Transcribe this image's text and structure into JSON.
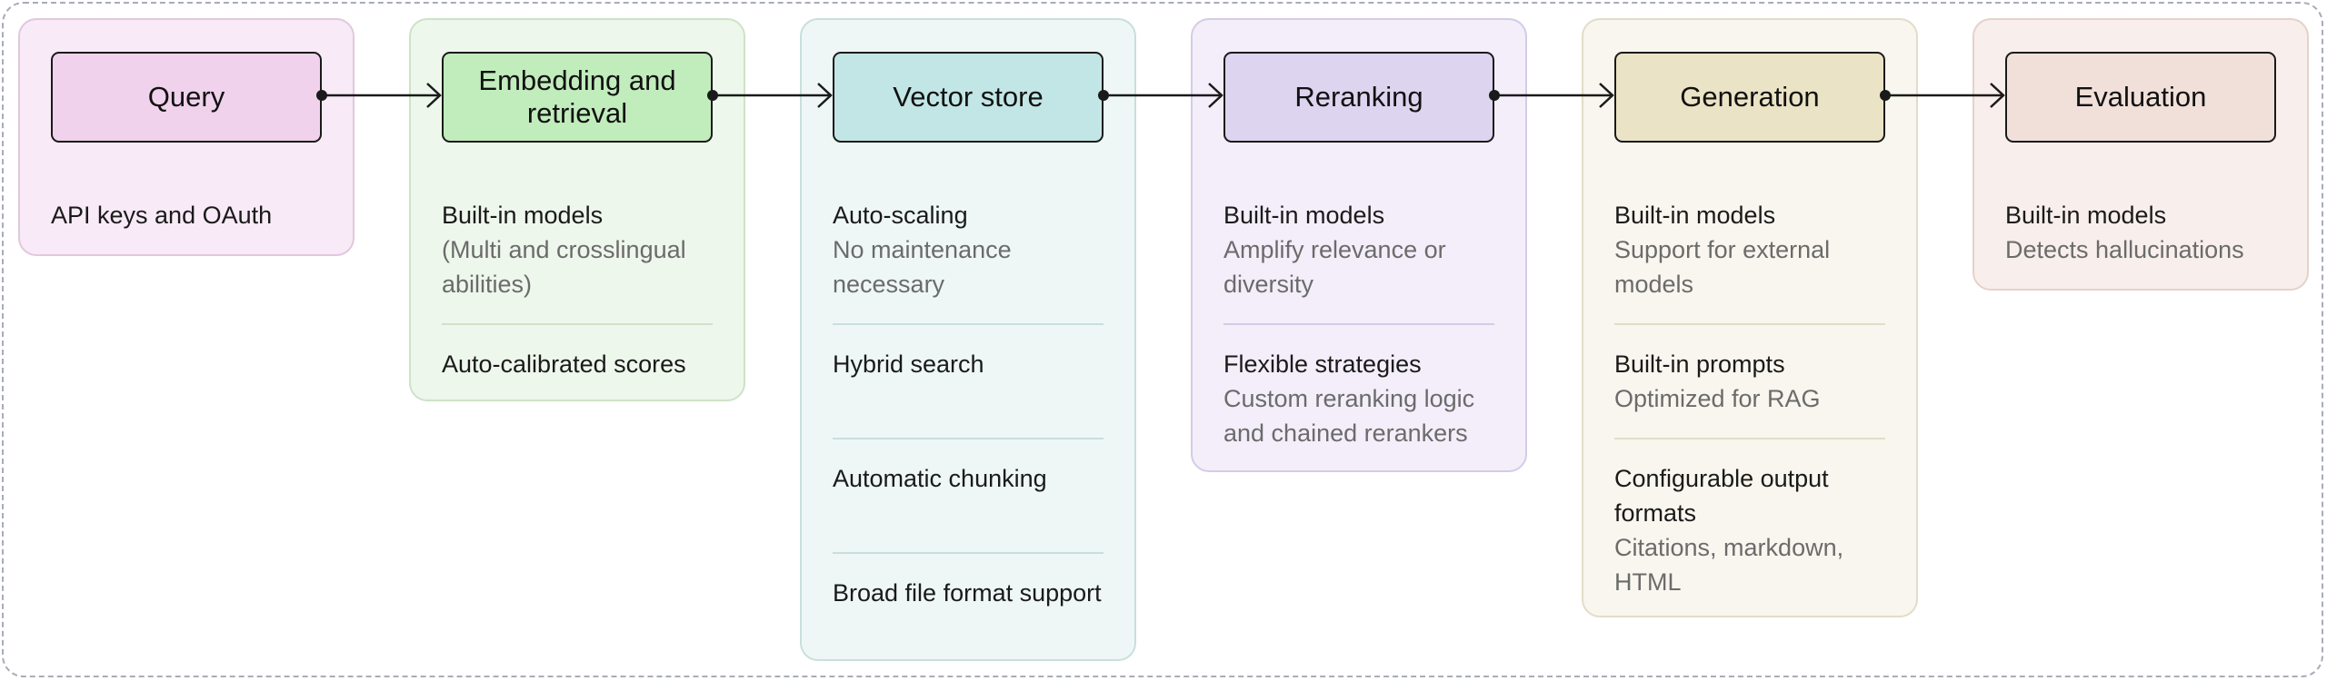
{
  "colors": {
    "border_dashed": "#a7adb6",
    "arrow": "#1a1a1a"
  },
  "stages": [
    {
      "id": "query",
      "title": "Query",
      "panel_bg": "#f8eaf6",
      "panel_border": "#e1c8dd",
      "title_bg": "#f0d2ec",
      "sep": "#e1c8dd",
      "items": [
        {
          "head": "API keys and OAuth",
          "sub": ""
        }
      ]
    },
    {
      "id": "embedding",
      "title": "Embedding and retrieval",
      "panel_bg": "#eef7ec",
      "panel_border": "#cde3c7",
      "title_bg": "#c1ecbc",
      "sep": "#cde3c7",
      "items": [
        {
          "head": "Built-in models",
          "sub": "(Multi and crosslingual abilities)"
        },
        {
          "head": "Auto-calibrated scores",
          "sub": ""
        }
      ]
    },
    {
      "id": "vector-store",
      "title": "Vector store",
      "panel_bg": "#eef7f6",
      "panel_border": "#c8dfdc",
      "title_bg": "#c2e6e5",
      "sep": "#c8dfdc",
      "items": [
        {
          "head": "Auto-scaling",
          "sub": "No maintenance necessary"
        },
        {
          "head": "Hybrid search",
          "sub": ""
        },
        {
          "head": "Automatic chunking",
          "sub": ""
        },
        {
          "head": "Broad file format support",
          "sub": ""
        }
      ]
    },
    {
      "id": "reranking",
      "title": "Reranking",
      "panel_bg": "#f3eefa",
      "panel_border": "#d5cbe6",
      "title_bg": "#ddd4f0",
      "sep": "#d5cbe6",
      "items": [
        {
          "head": "Built-in models",
          "sub": "Amplify relevance or diversity"
        },
        {
          "head": "Flexible strategies",
          "sub": "Custom reranking logic and chained rerankers"
        }
      ]
    },
    {
      "id": "generation",
      "title": "Generation",
      "panel_bg": "#f8f6ee",
      "panel_border": "#e2ddc8",
      "title_bg": "#ebe3c5",
      "sep": "#e2ddc8",
      "items": [
        {
          "head": "Built-in models",
          "sub": "Support for external models"
        },
        {
          "head": "Built-in prompts",
          "sub": "Optimized for RAG"
        },
        {
          "head": "Configurable output formats",
          "sub": "Citations, markdown, HTML"
        }
      ]
    },
    {
      "id": "evaluation",
      "title": "Evaluation",
      "panel_bg": "#f8eeeb",
      "panel_border": "#e6d1cb",
      "title_bg": "#f1e0da",
      "sep": "#e6d1cb",
      "items": [
        {
          "head": "Built-in models",
          "sub": "Detects hallucinations"
        }
      ]
    }
  ]
}
